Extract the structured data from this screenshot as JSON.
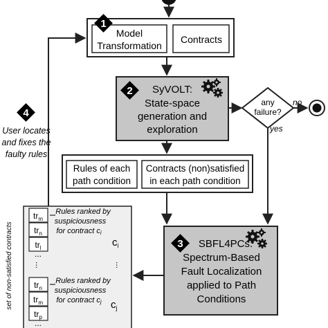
{
  "steps": {
    "model_transformation": {
      "number": "1",
      "label_line1": "Model",
      "label_line2": "Transformation",
      "contracts": "Contracts"
    },
    "syvolt": {
      "number": "2",
      "title": "SyVOLT:",
      "line2": "State-space",
      "line3": "generation and",
      "line4": "exploration"
    },
    "decision": {
      "line1": "any",
      "line2": "failure?",
      "no": "no",
      "yes": "yes"
    },
    "user_fix": {
      "number": "4",
      "line1": "User locates",
      "line2": "and fixes the",
      "line3": "faulty rules"
    },
    "path_outputs": {
      "rules_line1": "Rules of each",
      "rules_line2": "path condition",
      "contracts_line1": "Contracts (non)satisfied",
      "contracts_line2": "in each path condition"
    },
    "sbfl": {
      "number": "3",
      "line1": "SBFL4PCs:",
      "line2": "Spectrum-Based",
      "line3": "Fault Localization",
      "line4": "applied to Path",
      "line5": "Conditions"
    }
  },
  "ranking_panel": {
    "side_label": "set of non-satisfied contracts",
    "group1": {
      "caption_line1": "Rules ranked by",
      "caption_line2": "suspiciousness",
      "caption_line3": "for contract c",
      "caption_sub": "i",
      "contract": "c",
      "contract_sub": "i",
      "rules": [
        {
          "base": "tr",
          "sub": "m"
        },
        {
          "base": "tr",
          "sub": "n"
        },
        {
          "base": "tr",
          "sub": "l"
        }
      ],
      "ellipsis": "..."
    },
    "middle_ellipsis_left": "...",
    "middle_ellipsis_right": "...",
    "group2": {
      "caption_line1": "Rules ranked by",
      "caption_line2": "suspiciousness",
      "caption_line3": "for contract c",
      "caption_sub": "j",
      "contract": "c",
      "contract_sub": "j",
      "rules": [
        {
          "base": "tr",
          "sub": "n"
        },
        {
          "base": "tr",
          "sub": "m"
        },
        {
          "base": "tr",
          "sub": "p"
        }
      ],
      "ellipsis": "..."
    }
  },
  "colors": {
    "gray_box": "#c6c6c6",
    "panel": "#efefef",
    "line": "#222222"
  }
}
